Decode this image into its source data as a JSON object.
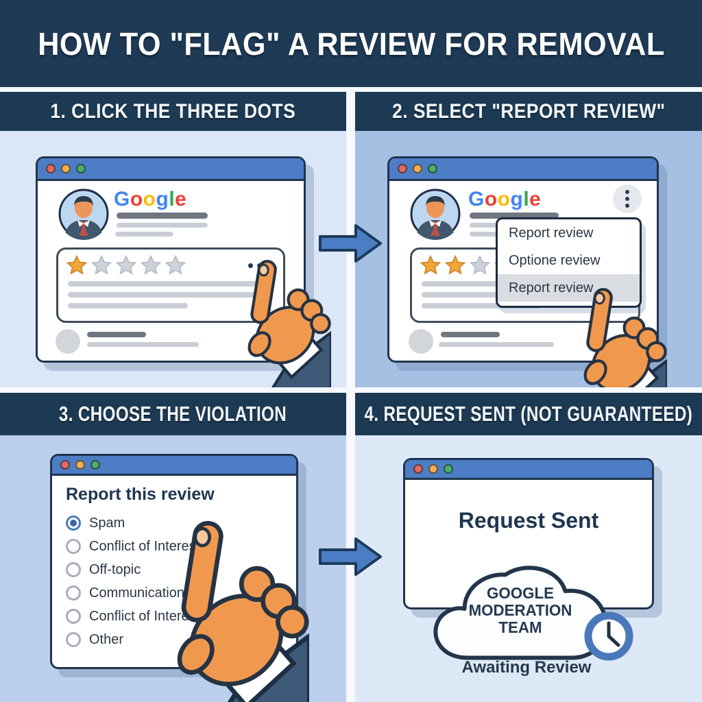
{
  "title": "HOW TO \"FLAG\" A REVIEW FOR REMOVAL",
  "google_logo": {
    "letters": [
      "G",
      "o",
      "o",
      "g",
      "l",
      "e"
    ]
  },
  "panels": [
    {
      "header": "1. CLICK THE THREE DOTS",
      "review": {
        "stars_filled": 1,
        "stars_total": 5
      },
      "more_options_icon": "three-dots-horizontal"
    },
    {
      "header": "2. SELECT \"REPORT REVIEW\"",
      "review": {
        "stars_filled": 2,
        "stars_total": 5
      },
      "more_options_icon": "three-dots-vertical",
      "dropdown": {
        "items": [
          "Report review",
          "Optione review",
          "Report review"
        ],
        "highlighted_index": 2
      }
    },
    {
      "header": "3. CHOOSE THE VIOLATION",
      "dialog": {
        "title": "Report this review",
        "options": [
          "Spam",
          "Conflict of Interest",
          "Off-topic",
          "Communication",
          "Conflict of Interest",
          "Other"
        ],
        "selected_index": 0
      }
    },
    {
      "header": "4. REQUEST SENT (NOT GUARANTEED)",
      "confirmation": {
        "title": "Request Sent",
        "cloud_lines": [
          "GOOGLE",
          "MODERATION",
          "TEAM"
        ],
        "status": "Awaiting Review"
      }
    }
  ],
  "colors": {
    "band_navy": "#1e3a55",
    "titlebar_blue": "#4c7dc5",
    "quad1_bg": "#dbe6f7",
    "quad2_bg": "#a6c0e4",
    "quad3_bg": "#bccfec",
    "quad4_bg": "#dde9f7",
    "star_orange": "#f2a53a",
    "star_gray": "#ced3da",
    "hand_orange": "#f0994e",
    "arrow_blue": "#4b7dc4",
    "clock_ring_blue": "#4a79bb",
    "google_letters": [
      "#4285F4",
      "#EA4335",
      "#FBBC05",
      "#4285F4",
      "#34A853",
      "#EA4335"
    ]
  }
}
